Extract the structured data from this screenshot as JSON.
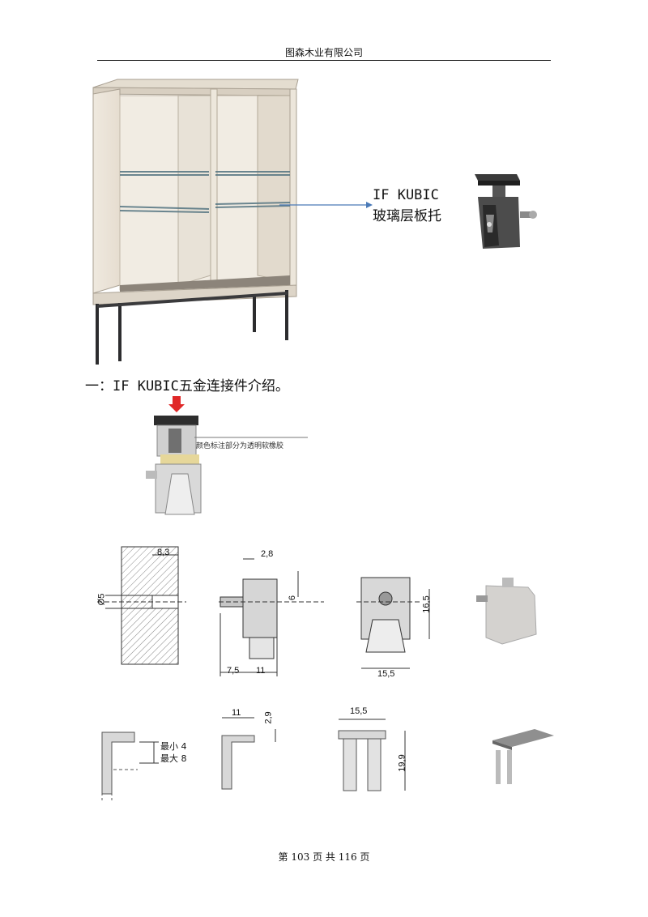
{
  "header": {
    "company": "图森木业有限公司"
  },
  "callout": {
    "line1": "IF KUBIC",
    "line2": "玻璃层板托"
  },
  "section": {
    "heading": "一：IF KUBIC五金连接件介绍。"
  },
  "note": {
    "rubber": "颜色标注部分为透明软橡胶"
  },
  "dimensions": {
    "hole_depth": "8,3",
    "hole_dia": "Ø5",
    "pin_len": "2,8",
    "pin_h": "6",
    "width_a": "7,5",
    "width_b": "11",
    "height": "16,5",
    "width_c": "15,5",
    "top_w": "11",
    "top_h": "2,9",
    "cap_w": "15,5",
    "cap_h": "19,9",
    "min": "最小 4",
    "max": "最大 8"
  },
  "footer": {
    "page": "第 103 页 共 116 页"
  }
}
